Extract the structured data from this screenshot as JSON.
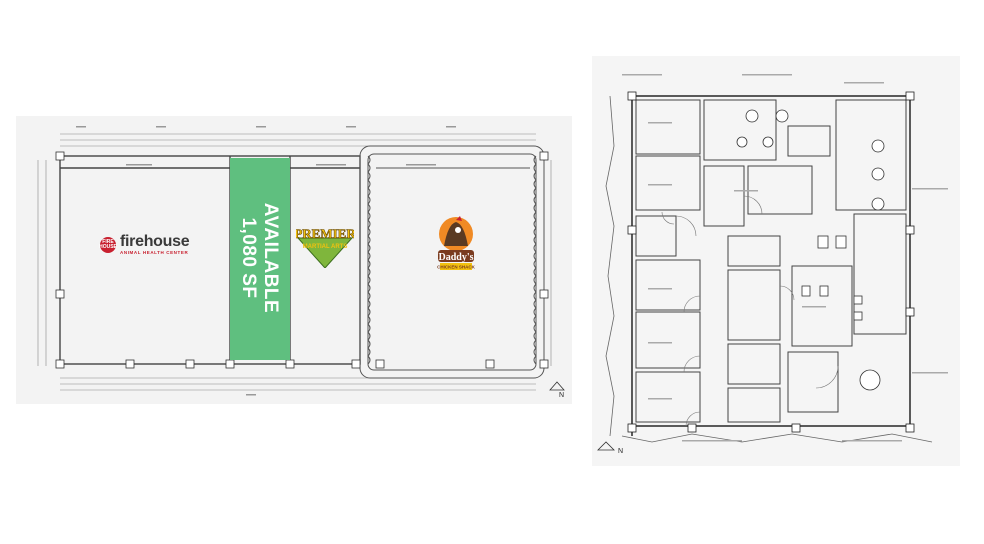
{
  "left_plan": {
    "available_line1": "AVAILABLE",
    "available_line2": "1,080 SF",
    "tenant_firehouse": "firehouse",
    "tenant_firehouse_sub": "ANIMAL HEALTH CENTER",
    "tenant_firehouse_badge": "FIRE HOUSE",
    "tenant_premier_line1": "PREMIER",
    "tenant_premier_line2": "MARTIAL ARTS",
    "tenant_daddys": "Daddy's",
    "tenant_daddys_sub": "CHICKEN SHACK",
    "north_label": "N",
    "colors": {
      "available": "#5fbf7f",
      "premier_green": "#7fb63c",
      "premier_yellow": "#f2c10f",
      "firehouse_red": "#c8202f",
      "daddys_brown": "#a0522d",
      "daddys_orange": "#f08a24"
    }
  },
  "right_plan": {
    "north_label": "N"
  }
}
